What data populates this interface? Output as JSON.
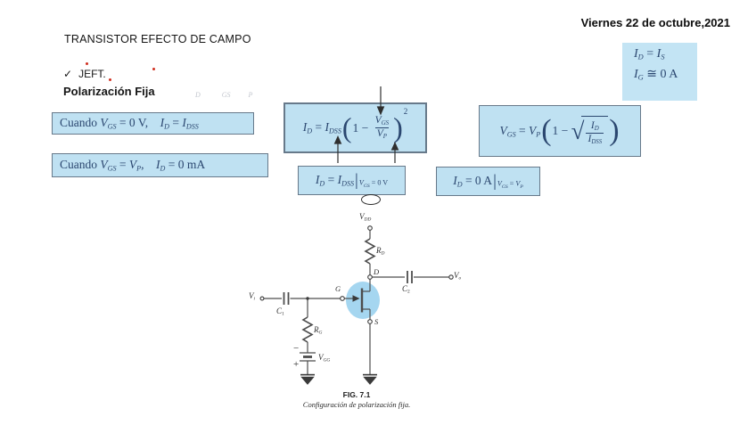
{
  "header": {
    "date": "Viernes 22 de octubre,2021",
    "title": "TRANSISTOR EFECTO DE CAMPO",
    "checkmark": "✓",
    "check_item": "JEFT.",
    "subtitle": "Polarización Fija",
    "ghost_fragment": "D            GS          P"
  },
  "colors": {
    "box_fill": "#bfe1f2",
    "box_border": "#67798a",
    "formula_text": "#2b4770",
    "jfet_highlight": "#a5d6f0",
    "spell_dot": "#d03020"
  },
  "formulas": {
    "when_zero": {
      "segments": [
        {
          "x": "Cuando ",
          "k": "n"
        },
        {
          "x": "V",
          "k": "i"
        },
        {
          "x": "GS",
          "k": "s"
        },
        {
          "x": " = 0 V,",
          "k": "n"
        },
        {
          "x": "    ",
          "k": "n"
        },
        {
          "x": "I",
          "k": "i"
        },
        {
          "x": "D",
          "k": "s"
        },
        {
          "x": " = ",
          "k": "n"
        },
        {
          "x": "I",
          "k": "i"
        },
        {
          "x": "DSS",
          "k": "s"
        }
      ]
    },
    "when_pinch": {
      "segments": [
        {
          "x": "Cuando ",
          "k": "n"
        },
        {
          "x": "V",
          "k": "i"
        },
        {
          "x": "GS",
          "k": "s"
        },
        {
          "x": " = ",
          "k": "n"
        },
        {
          "x": "V",
          "k": "i"
        },
        {
          "x": "P",
          "k": "s"
        },
        {
          "x": ",",
          "k": "n"
        },
        {
          "x": "    ",
          "k": "n"
        },
        {
          "x": "I",
          "k": "i"
        },
        {
          "x": "D",
          "k": "s"
        },
        {
          "x": " = 0 mA",
          "k": "n"
        }
      ]
    },
    "shockley": {
      "lhs": [
        {
          "x": "I",
          "k": "i"
        },
        {
          "x": "D",
          "k": "s"
        },
        {
          "x": " = ",
          "k": "n"
        },
        {
          "x": "I",
          "k": "i"
        },
        {
          "x": "DSS",
          "k": "s"
        }
      ],
      "paren_l": "(",
      "one_minus": [
        {
          "x": "1 − ",
          "k": "n"
        }
      ],
      "num": [
        {
          "x": "V",
          "k": "i"
        },
        {
          "x": "GS",
          "k": "s"
        }
      ],
      "den": [
        {
          "x": "V",
          "k": "i"
        },
        {
          "x": "P",
          "k": "s"
        }
      ],
      "paren_r": ")",
      "exp": "2"
    },
    "id_eval_zero": {
      "lhs": [
        {
          "x": "I",
          "k": "i"
        },
        {
          "x": "D",
          "k": "s"
        },
        {
          "x": " = ",
          "k": "n"
        },
        {
          "x": "I",
          "k": "i"
        },
        {
          "x": "DSS",
          "k": "s"
        }
      ],
      "bar": "|",
      "cond": [
        {
          "x": "V",
          "k": "s"
        },
        {
          "x": "GS",
          "k": "ss"
        },
        {
          "x": " = 0 V",
          "k": "su"
        }
      ]
    },
    "vgs_eq": {
      "lhs": [
        {
          "x": "V",
          "k": "i"
        },
        {
          "x": "GS",
          "k": "s"
        },
        {
          "x": " = ",
          "k": "n"
        },
        {
          "x": "V",
          "k": "i"
        },
        {
          "x": "P",
          "k": "s"
        }
      ],
      "paren_l": "(",
      "one_minus": [
        {
          "x": "1 − ",
          "k": "n"
        }
      ],
      "sqrt_glyph": "√",
      "num": [
        {
          "x": "I",
          "k": "i"
        },
        {
          "x": "D",
          "k": "s"
        }
      ],
      "den": [
        {
          "x": "I",
          "k": "i"
        },
        {
          "x": "DSS",
          "k": "s"
        }
      ],
      "paren_r": ")"
    },
    "id_eval_pinch": {
      "lhs": [
        {
          "x": "I",
          "k": "i"
        },
        {
          "x": "D",
          "k": "s"
        },
        {
          "x": " = 0 A",
          "k": "n"
        }
      ],
      "bar": "|",
      "cond": [
        {
          "x": "V",
          "k": "s"
        },
        {
          "x": "GS",
          "k": "ss"
        },
        {
          "x": " = ",
          "k": "su"
        },
        {
          "x": "V",
          "k": "s"
        },
        {
          "x": "P",
          "k": "ss"
        }
      ]
    },
    "gate": {
      "line1": [
        {
          "x": "I",
          "k": "i"
        },
        {
          "x": "D",
          "k": "s"
        },
        {
          "x": " = ",
          "k": "n"
        },
        {
          "x": "I",
          "k": "i"
        },
        {
          "x": "S",
          "k": "s"
        }
      ],
      "line2": [
        {
          "x": "I",
          "k": "i"
        },
        {
          "x": "G",
          "k": "s"
        },
        {
          "x": " ≅ 0 A",
          "k": "n"
        }
      ]
    }
  },
  "circuit": {
    "vdd": [
      {
        "x": "V",
        "k": "i"
      },
      {
        "x": "DD",
        "k": "s"
      }
    ],
    "rd": [
      {
        "x": "R",
        "k": "i"
      },
      {
        "x": "D",
        "k": "s"
      }
    ],
    "rg": [
      {
        "x": "R",
        "k": "i"
      },
      {
        "x": "G",
        "k": "s"
      }
    ],
    "vgg": [
      {
        "x": "V",
        "k": "i"
      },
      {
        "x": "GG",
        "k": "s"
      }
    ],
    "c1": [
      {
        "x": "C",
        "k": "i"
      },
      {
        "x": "1",
        "k": "su"
      }
    ],
    "c2": [
      {
        "x": "C",
        "k": "i"
      },
      {
        "x": "2",
        "k": "su"
      }
    ],
    "vi": [
      {
        "x": "V",
        "k": "i"
      },
      {
        "x": "i",
        "k": "s"
      }
    ],
    "vo": [
      {
        "x": "V",
        "k": "i"
      },
      {
        "x": "o",
        "k": "s"
      }
    ],
    "node_d": "D",
    "node_g": "G",
    "node_s": "S",
    "minus": "−",
    "plus": "+",
    "fig_label": "FIG. 7.1",
    "fig_caption": "Configuración de polarización fija."
  }
}
